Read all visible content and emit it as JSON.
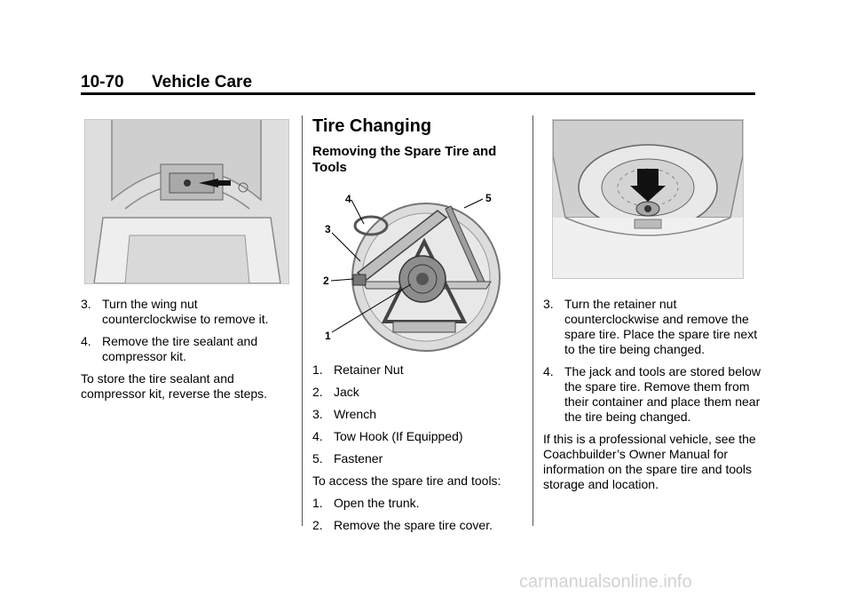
{
  "header": {
    "page_number": "10-70",
    "section": "Vehicle Care"
  },
  "col1": {
    "steps": [
      {
        "num": "3.",
        "text": "Turn the wing nut counterclockwise to remove it."
      },
      {
        "num": "4.",
        "text": "Remove the tire sealant and compressor kit."
      }
    ],
    "note": "To store the tire sealant and compressor kit, reverse the steps."
  },
  "col2": {
    "heading": "Tire Changing",
    "subheading": "Removing the Spare Tire and Tools",
    "callouts": [
      "1",
      "2",
      "3",
      "4",
      "5"
    ],
    "legend": [
      {
        "num": "1.",
        "text": "Retainer Nut"
      },
      {
        "num": "2.",
        "text": "Jack"
      },
      {
        "num": "3.",
        "text": "Wrench"
      },
      {
        "num": "4.",
        "text": "Tow Hook (If Equipped)"
      },
      {
        "num": "5.",
        "text": "Fastener"
      }
    ],
    "intro": "To access the spare tire and tools:",
    "steps": [
      {
        "num": "1.",
        "text": "Open the trunk."
      },
      {
        "num": "2.",
        "text": "Remove the spare tire cover."
      }
    ]
  },
  "col3": {
    "steps": [
      {
        "num": "3.",
        "text": "Turn the retainer nut counterclockwise and remove the spare tire. Place the spare tire next to the tire being changed."
      },
      {
        "num": "4.",
        "text": "The jack and tools are stored below the spare tire. Remove them from their container and place them near the tire being changed."
      }
    ],
    "note": "If this is a professional vehicle, see the Coachbuilder’s Owner Manual for information on the spare tire and tools storage and location."
  },
  "watermark": "carmanualsonline.info"
}
